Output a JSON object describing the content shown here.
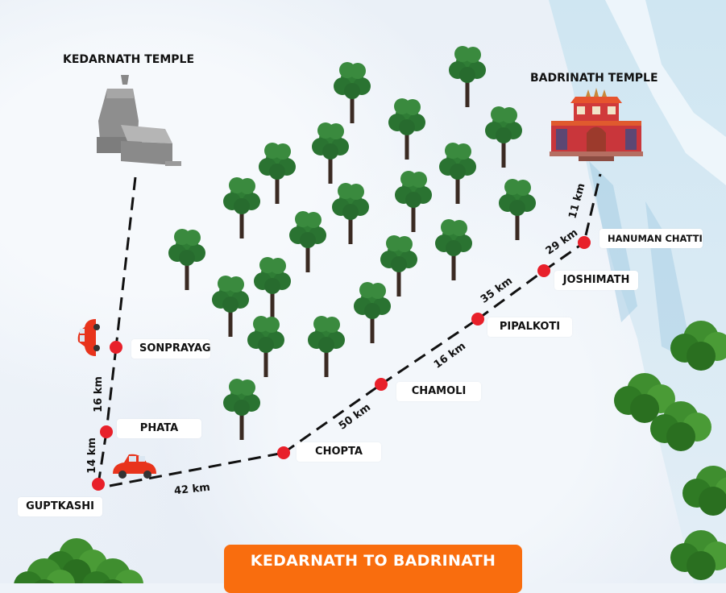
{
  "title": "KEDARNATH TO BADRINATH",
  "temples": {
    "kedarnath": {
      "label": "KEDARNATH TEMPLE"
    },
    "badrinath": {
      "label": "BADRINATH TEMPLE"
    }
  },
  "stops": [
    {
      "name": "SONPRAYAG"
    },
    {
      "name": "PHATA"
    },
    {
      "name": "GUPTKASHI"
    },
    {
      "name": "CHOPTA"
    },
    {
      "name": "CHAMOLI"
    },
    {
      "name": "PIPALKOTI"
    },
    {
      "name": "JOSHIMATH"
    },
    {
      "name": "HANUMAN CHATTI"
    }
  ],
  "distances": [
    {
      "from": "SONPRAYAG",
      "to": "PHATA",
      "label": "16 km"
    },
    {
      "from": "PHATA",
      "to": "GUPTKASHI",
      "label": "14 km"
    },
    {
      "from": "GUPTKASHI",
      "to": "CHOPTA",
      "label": "42 km"
    },
    {
      "from": "CHOPTA",
      "to": "CHAMOLI",
      "label": "50 km"
    },
    {
      "from": "CHAMOLI",
      "to": "PIPALKOTI",
      "label": "16 km"
    },
    {
      "from": "PIPALKOTI",
      "to": "JOSHIMATH",
      "label": "35 km"
    },
    {
      "from": "JOSHIMATH",
      "to": "HANUMAN CHATTI",
      "label": "29 km"
    },
    {
      "from": "HANUMAN CHATTI",
      "to": "BADRINATH TEMPLE",
      "label": "11 km"
    }
  ],
  "colors": {
    "stop_dot": "#e8202a",
    "banner": "#f96d0e",
    "route": "#111111",
    "tree": "#2e7d3a",
    "car": "#e8341c"
  }
}
